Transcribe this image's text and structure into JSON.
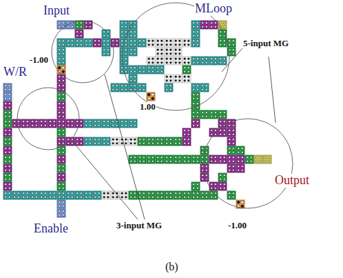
{
  "diagram": {
    "caption": "(b)",
    "labels": [
      "Input",
      "MLoop",
      "W/R",
      "-1.00",
      "1.00",
      "5-input MG",
      "3-input MG",
      "Output",
      "-1.00",
      "Enable"
    ]
  }
}
